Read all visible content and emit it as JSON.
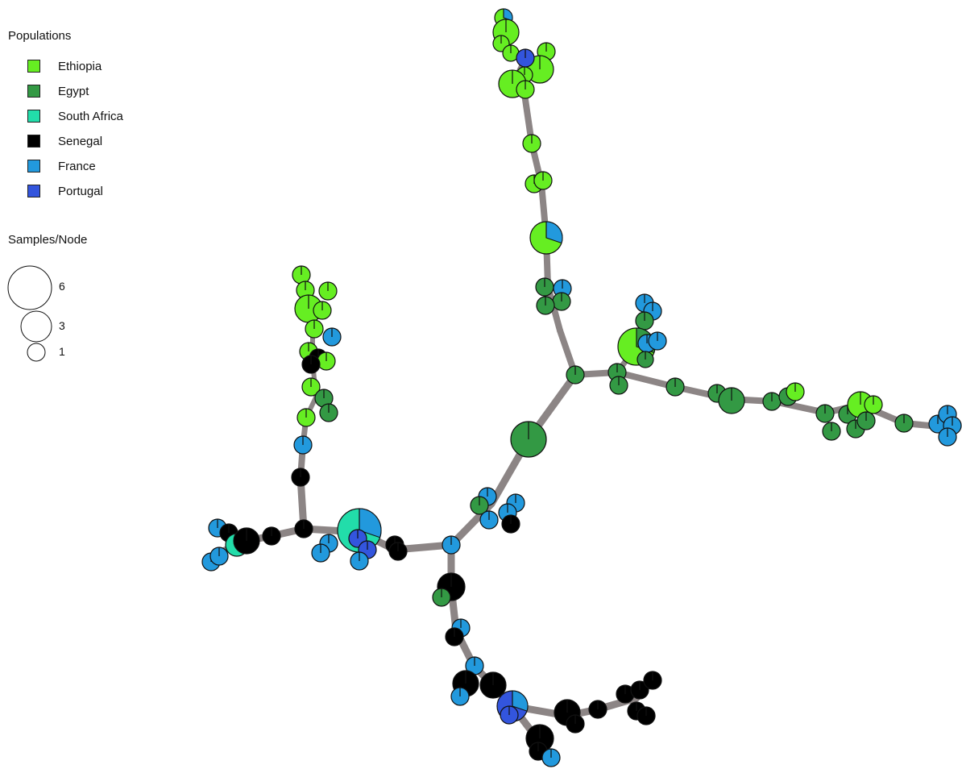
{
  "legend": {
    "populations_title": "Populations",
    "populations": [
      {
        "name": "Ethiopia",
        "color": "#66ee22"
      },
      {
        "name": "Egypt",
        "color": "#339944"
      },
      {
        "name": "South Africa",
        "color": "#22ddaa"
      },
      {
        "name": "Senegal",
        "color": "#000000"
      },
      {
        "name": "France",
        "color": "#2299dd"
      },
      {
        "name": "Portugal",
        "color": "#3355dd"
      }
    ],
    "size_title": "Samples/Node",
    "sizes": [
      "6",
      "3",
      "1"
    ]
  },
  "network": {
    "edge_color": "#8c8585",
    "node_stroke": "#111111",
    "node_kinds": [
      "Ethiopia",
      "Egypt",
      "South Africa",
      "Senegal",
      "France",
      "Portugal",
      "Ethiopia+France",
      "Ethiopia+Egypt",
      "Egypt+France",
      "Ethiopia+Senegal",
      "Senegal+France",
      "Senegal+Portugal",
      "South Africa+France",
      "Portugal+France"
    ]
  }
}
